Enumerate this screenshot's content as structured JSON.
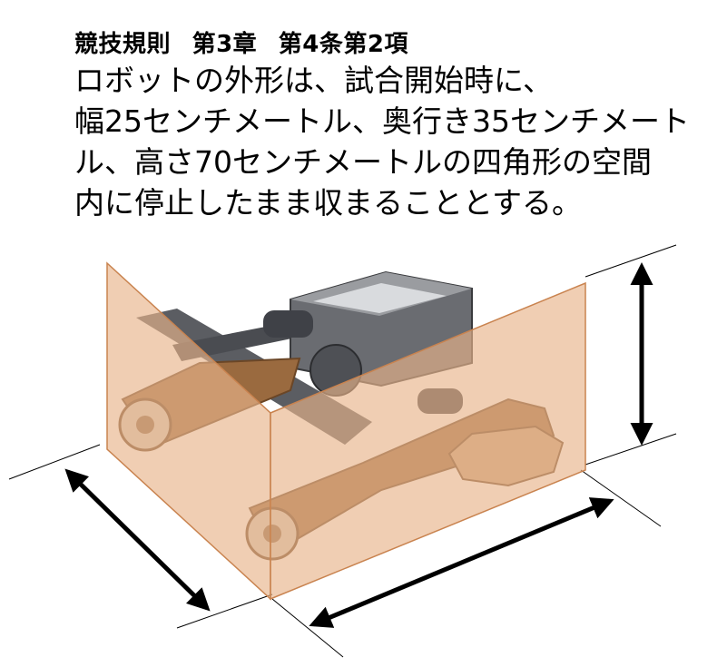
{
  "heading": {
    "title": "競技規則",
    "chapter": "第3章",
    "article": "第4条第2項"
  },
  "rule_text": {
    "line1": "ロボットの外形は、試合開始時に、",
    "line2": "幅25センチメートル、奥行き35センチメート",
    "line3": "ル、高さ70センチメートルの四角形の空間",
    "line4": "内に停止したまま収まることとする。"
  },
  "colors": {
    "panel_fill": "#e8b48a",
    "panel_edge": "#c9834f",
    "robot_dark": "#55575c",
    "robot_wood": "#b07a48",
    "arrow": "#000000"
  }
}
